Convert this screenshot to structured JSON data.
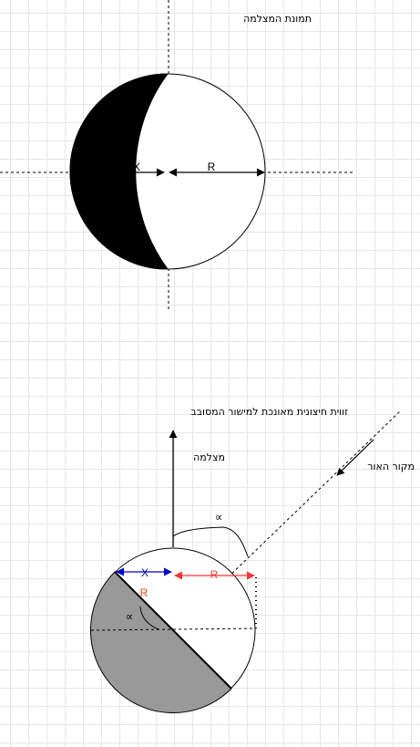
{
  "top_diagram": {
    "title": "תמונת המצלמה",
    "x_label": "X",
    "r_label": "R"
  },
  "bottom_diagram": {
    "title": "זווית חיצונית מאונכת למישור המסובב",
    "camera_label": "מצלמה",
    "light_source_label": "מקור האור",
    "alpha_symbol": "∝",
    "x_label": "X",
    "r_label_horizontal": "R",
    "r_label_diagonal": "R"
  },
  "colors": {
    "shadow_black": "#000000",
    "shadow_gray": "#999999",
    "x_arrow_blue": "#0000cc",
    "r_arrow_red": "#ff3333"
  }
}
